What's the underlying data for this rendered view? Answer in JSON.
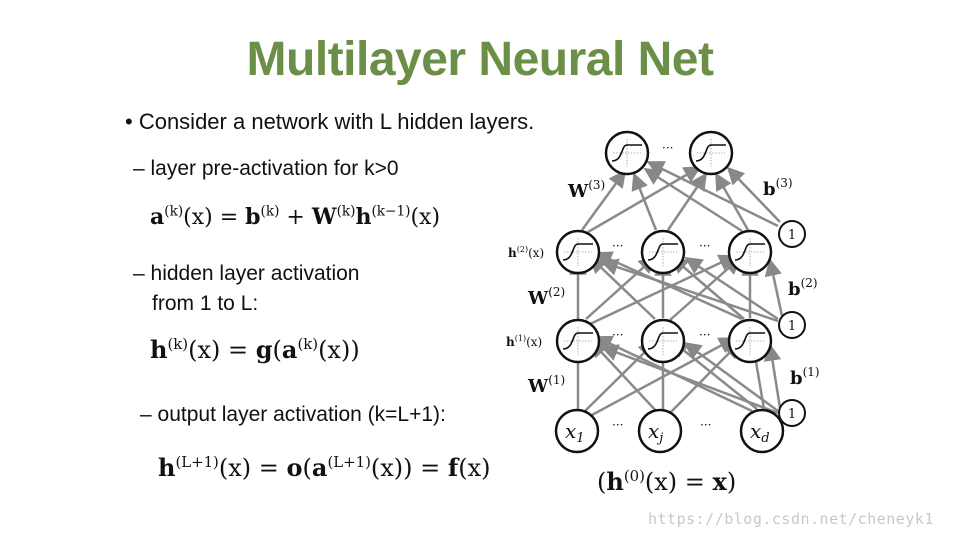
{
  "slide": {
    "title": "Multilayer Neural Net",
    "bullet": "Consider a network with L hidden layers.",
    "sub1": "layer pre-activation for k>0",
    "sub2_line1": "hidden layer activation",
    "sub2_line2": "from 1 to L:",
    "sub3": "output layer activation (k=L+1):",
    "watermark": "https://blog.csdn.net/cheneyk1"
  },
  "equations": {
    "eq1": {
      "a": "a",
      "k": "(k)",
      "x": "(x) = ",
      "b": "b",
      "plus": " + ",
      "W": "W",
      "h": "h",
      "km1": "(k−1)",
      "xend": "(x)"
    },
    "eq2": {
      "h": "h",
      "k": "(k)",
      "x": "(x) = ",
      "g": "g",
      "open": "(",
      "a": "a",
      "k2": "(k)",
      "xend": "(x))"
    },
    "eq3": {
      "h": "h",
      "L1": "(L+1)",
      "x": "(x) = ",
      "o": "o",
      "open": "(",
      "a": "a",
      "L2": "(L+1)",
      "mid": "(x)) = ",
      "f": "f",
      "xend": "(x)"
    },
    "eq4": {
      "open": "(",
      "h": "h",
      "zero": "(0)",
      "mid": "(x) = ",
      "x": "x",
      "close": ")"
    }
  },
  "diagram": {
    "weights": {
      "w1": "W",
      "w1s": "(1)",
      "w2": "W",
      "w2s": "(2)",
      "w3": "W",
      "w3s": "(3)"
    },
    "biases": {
      "b1": "b",
      "b1s": "(1)",
      "b2": "b",
      "b2s": "(2)",
      "b3": "b",
      "b3s": "(3)"
    },
    "hidden_labels": {
      "h1": "h",
      "h1s": "(1)",
      "h1x": "(x)",
      "h2": "h",
      "h2s": "(2)",
      "h2x": "(x)"
    },
    "inputs": {
      "x1": "x",
      "x1s": "1",
      "xj": "x",
      "xjs": "j",
      "xd": "x",
      "xds": "d"
    },
    "bias_node": "1",
    "ellipsis": "···"
  }
}
